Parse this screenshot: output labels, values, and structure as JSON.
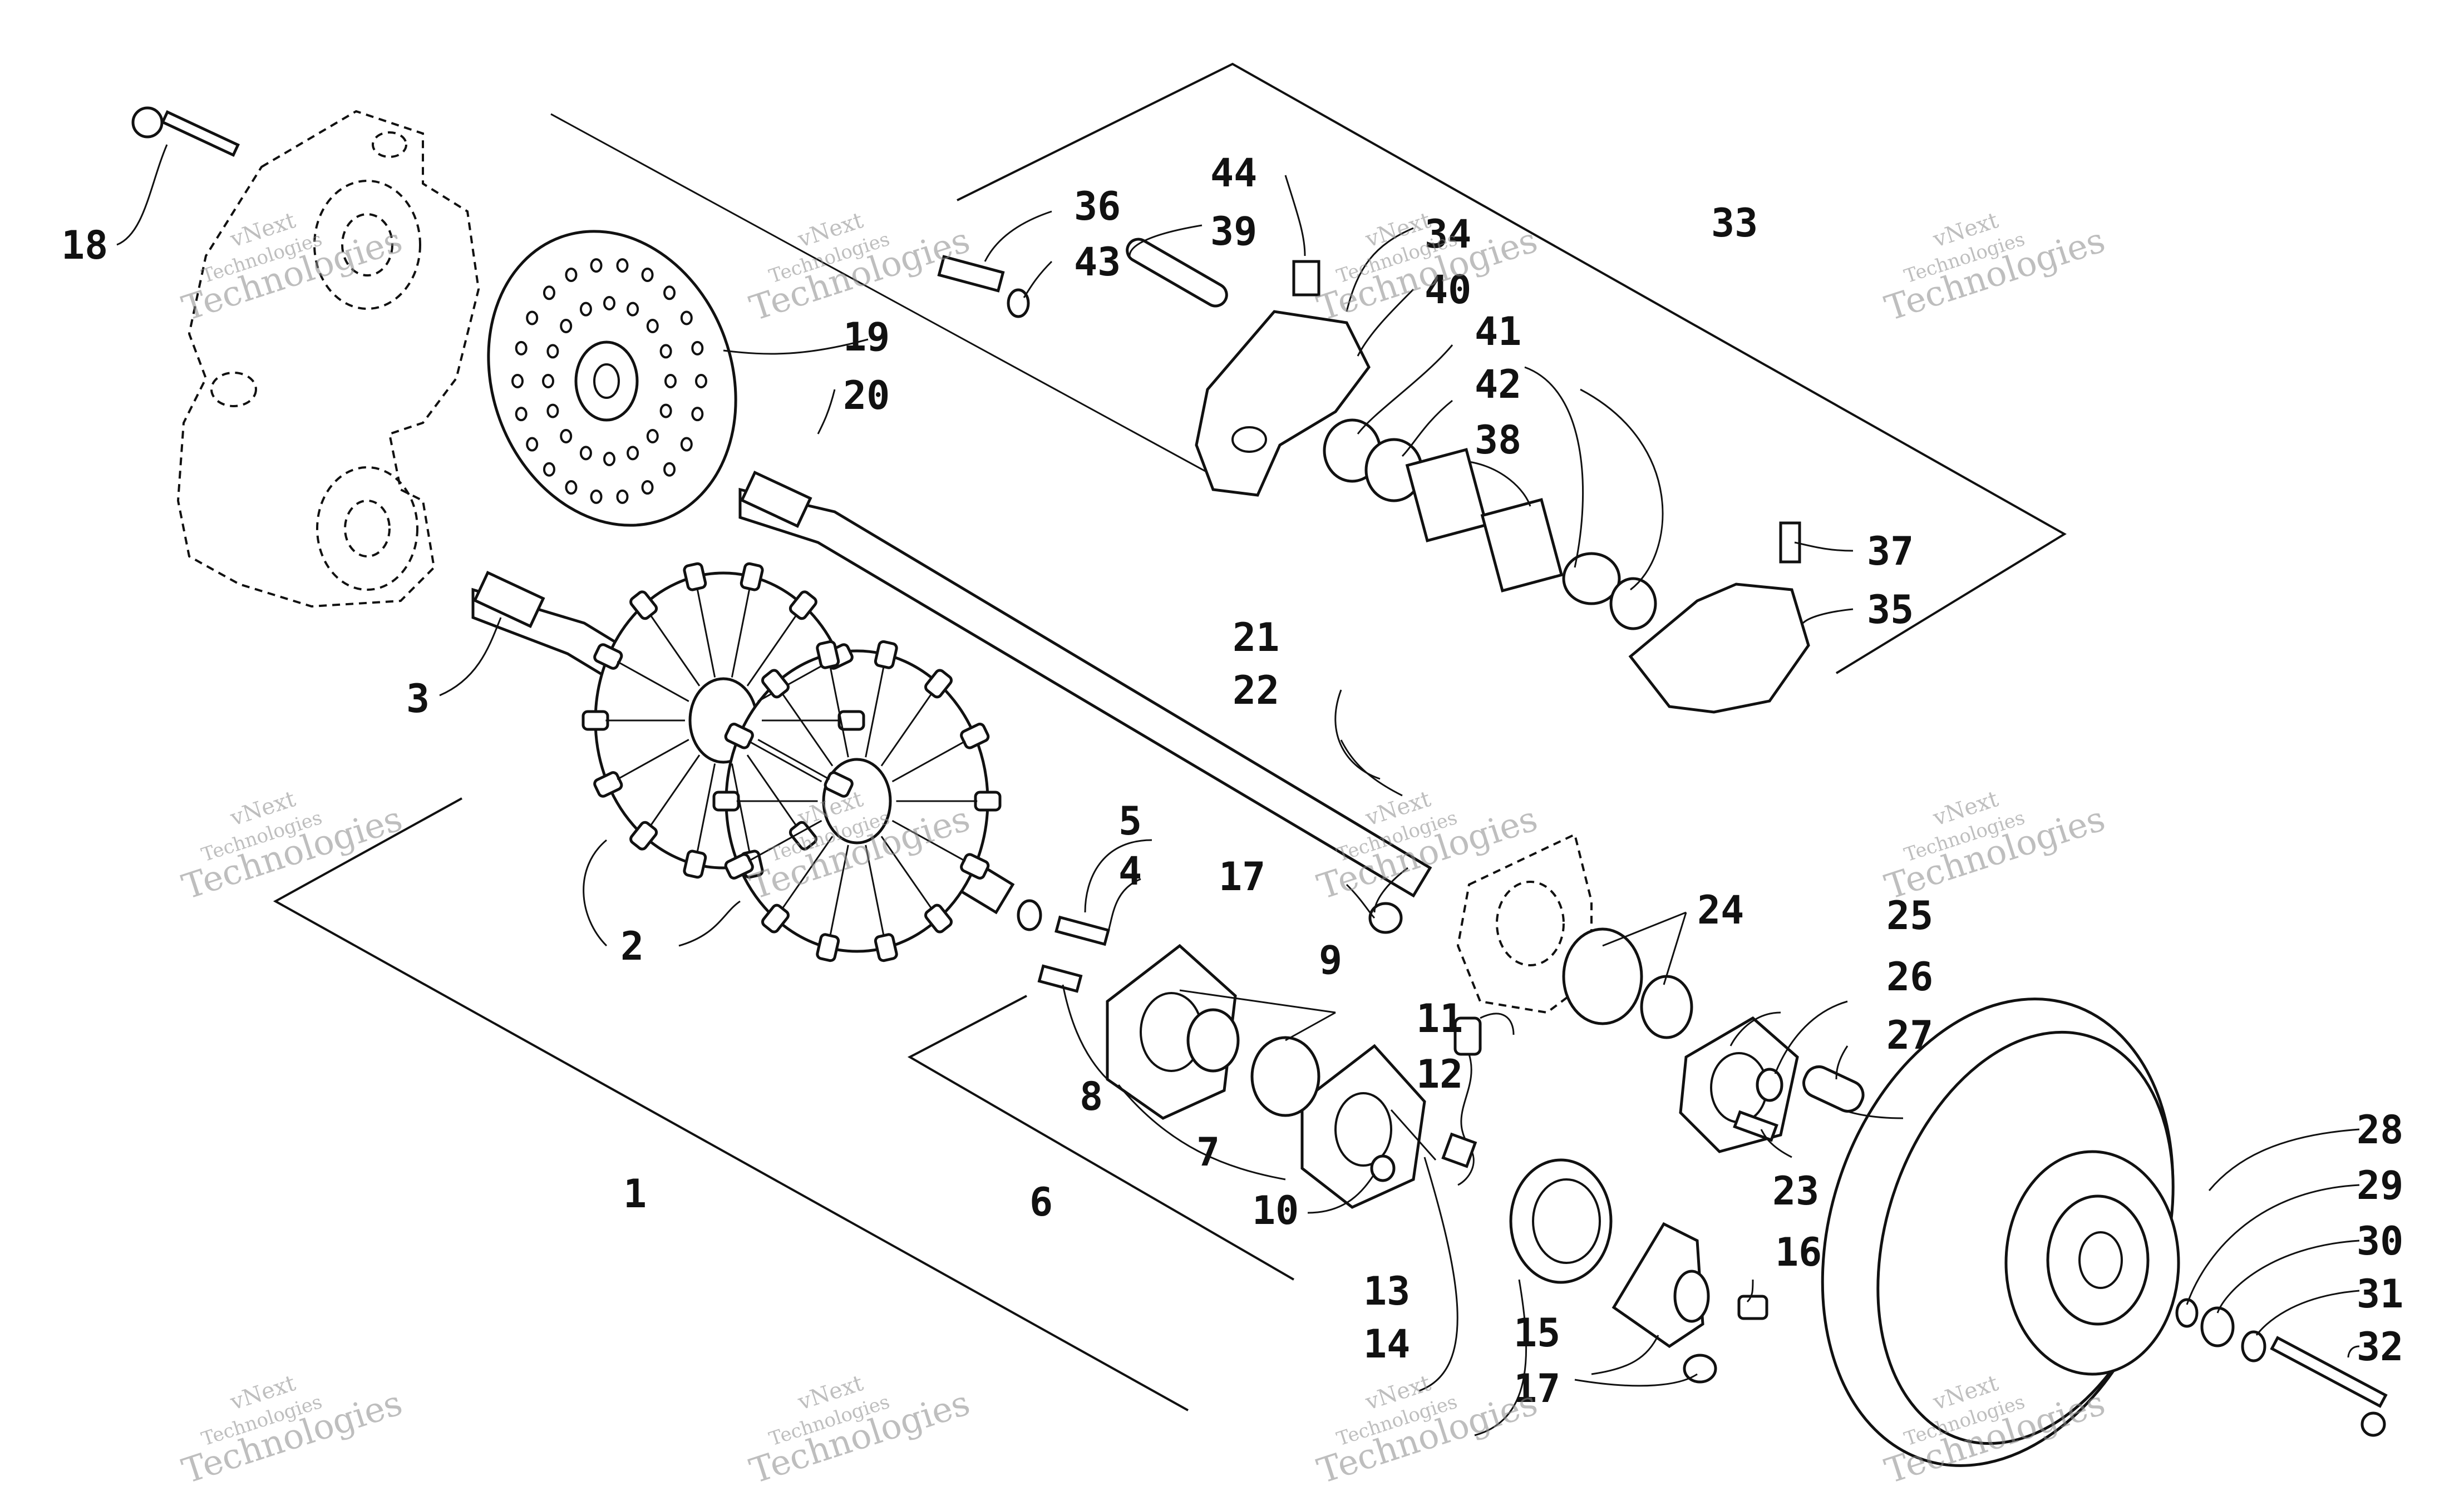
{
  "diagram": {
    "callouts": [
      "1",
      "2",
      "3",
      "4",
      "5",
      "6",
      "7",
      "8",
      "9",
      "10",
      "11",
      "12",
      "13",
      "14",
      "15",
      "16",
      "17",
      "17",
      "18",
      "19",
      "20",
      "21",
      "22",
      "23",
      "24",
      "25",
      "26",
      "27",
      "28",
      "29",
      "30",
      "31",
      "32",
      "33",
      "34",
      "35",
      "36",
      "37",
      "38",
      "39",
      "40",
      "41",
      "42",
      "43",
      "44"
    ],
    "watermark": {
      "line1": "vNext",
      "line2": "Technologies",
      "big": "Technologies"
    }
  }
}
